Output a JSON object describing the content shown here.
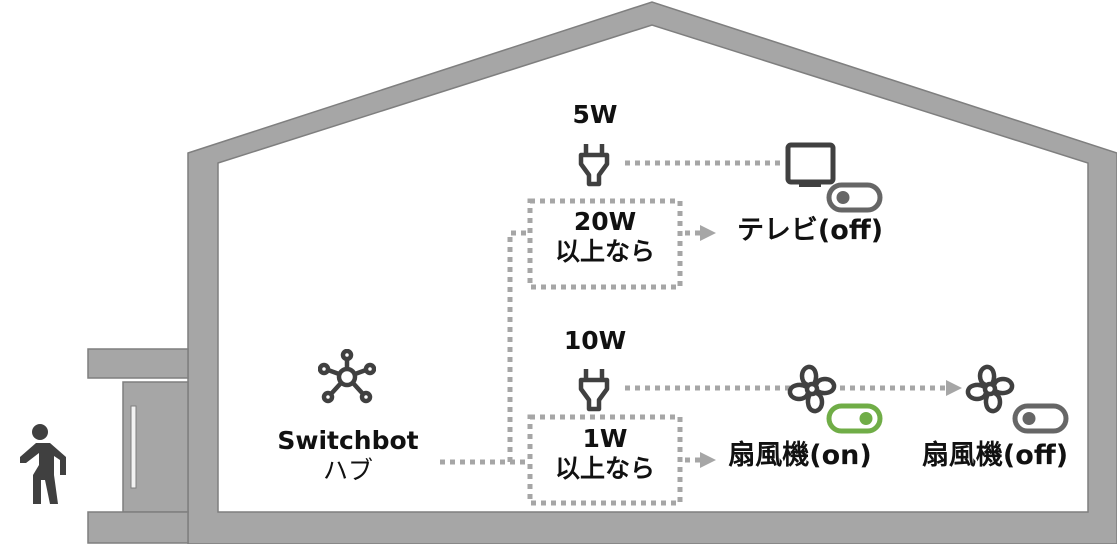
{
  "diagram": {
    "hub": {
      "label_line1": "Switchbot",
      "label_line2": "ハブ",
      "icon": "hub-icon"
    },
    "person": {
      "icon": "person-walking-icon"
    },
    "plugs": [
      {
        "watt_label": "5W",
        "icon": "plug-icon"
      },
      {
        "watt_label": "10W",
        "icon": "plug-icon"
      }
    ],
    "conditions": [
      {
        "line1": "20W",
        "line2": "以上なら"
      },
      {
        "line1": "1W",
        "line2": "以上なら"
      }
    ],
    "devices": [
      {
        "label": "テレビ(off)",
        "icon": "tv-icon",
        "toggle_state": "off"
      },
      {
        "label": "扇風機(on)",
        "icon": "fan-icon",
        "toggle_state": "on"
      },
      {
        "label": "扇風機(off)",
        "icon": "fan-icon",
        "toggle_state": "off"
      }
    ],
    "colors": {
      "wall": "#a6a6a6",
      "wall_edge": "#7f7f7f",
      "connector": "#a6a6a6",
      "icon": "#404040",
      "toggle_on": "#70ad47",
      "toggle_off": "#666666",
      "text": "#111111"
    }
  }
}
